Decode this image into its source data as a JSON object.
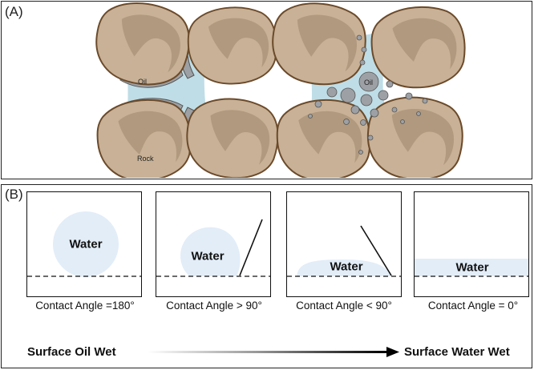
{
  "panel_a": {
    "label": "(A)",
    "oil_label_left": "Oil",
    "rock_label": "Rock",
    "oil_label_right": "Oil"
  },
  "panel_b": {
    "label": "(B)",
    "boxes": [
      {
        "water": "Water",
        "caption": "Contact Angle =180°"
      },
      {
        "water": "Water",
        "caption": "Contact Angle > 90°"
      },
      {
        "water": "Water",
        "caption": "Contact Angle < 90°"
      },
      {
        "water": "Water",
        "caption": "Contact Angle = 0°"
      }
    ],
    "left_label": "Surface Oil Wet",
    "right_label": "Surface Water Wet"
  },
  "colors": {
    "water": "#bfdde6",
    "droplet": "#e2edf8",
    "rock": "#c8b196",
    "rock_edge": "#6b4a2a",
    "oil": "#9da0a4"
  }
}
